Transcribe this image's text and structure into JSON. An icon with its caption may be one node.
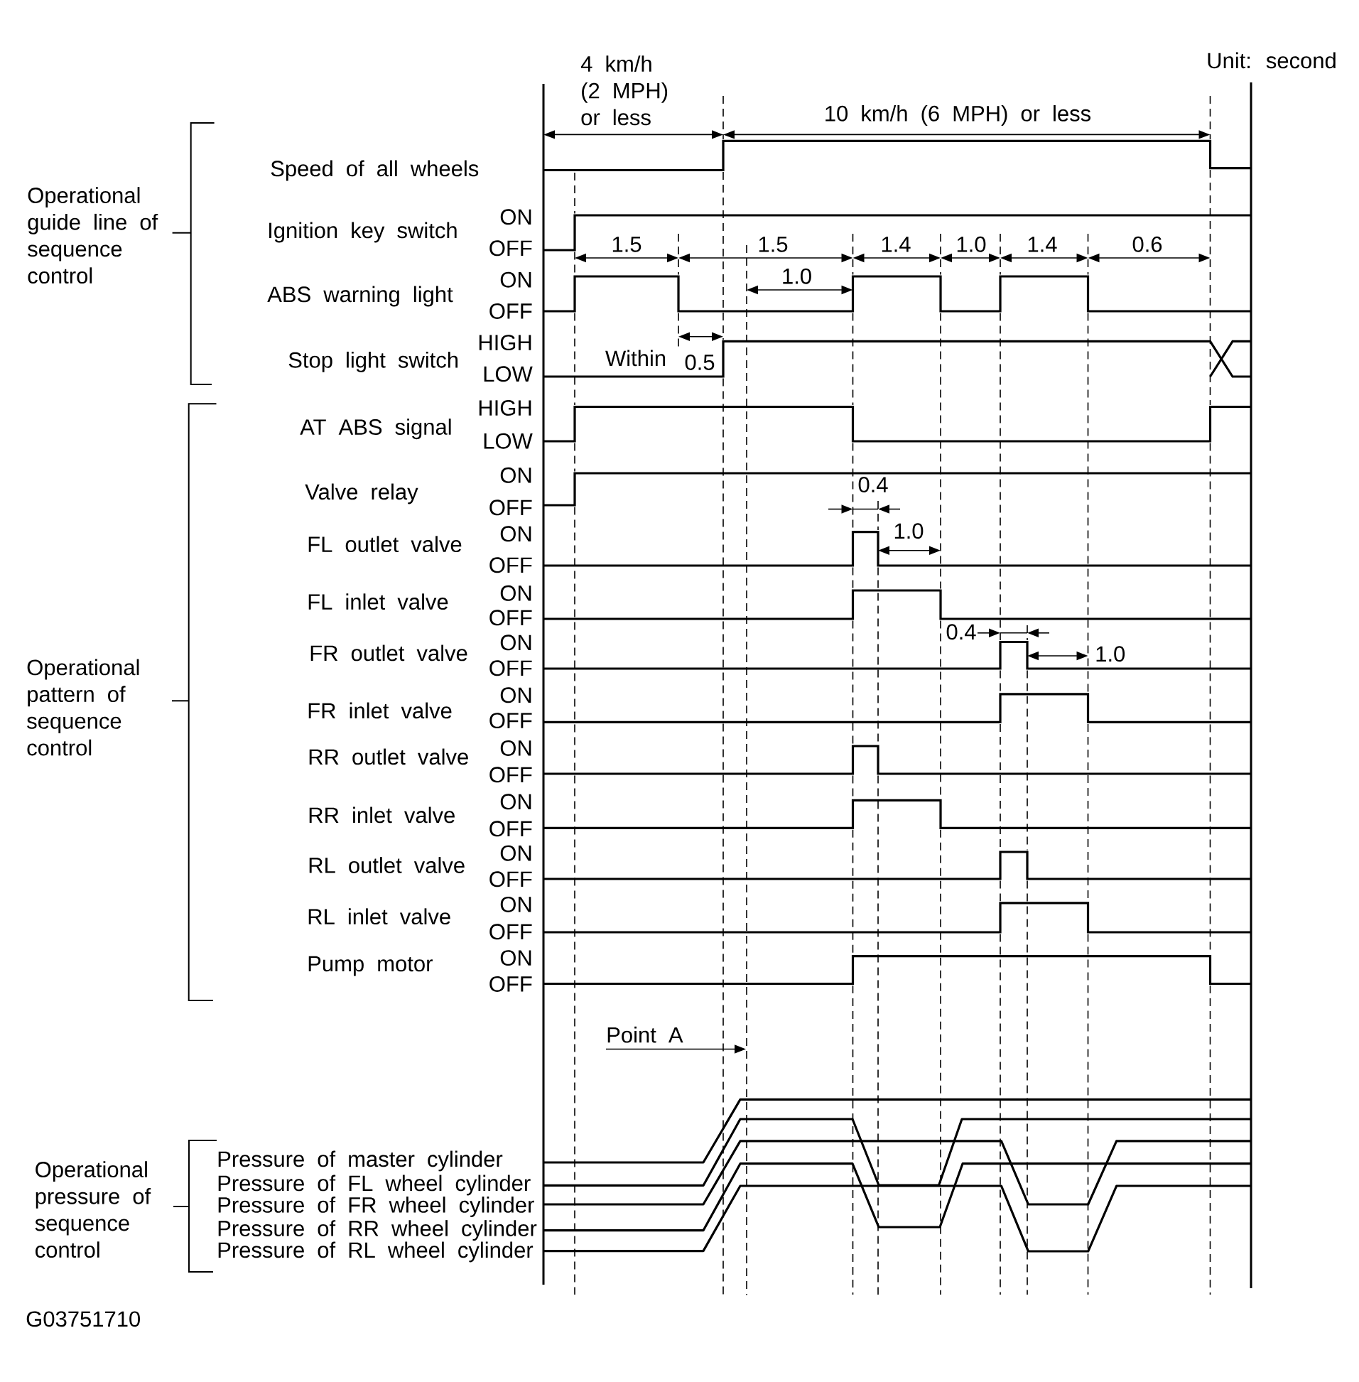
{
  "diagram": {
    "nodes": [
      {
        "text": [
          "Point A"
        ]
      },
      {
        "text": [],
        "shape": "line"
      }
    ],
    "edges": [
      {
        "from": 0,
        "to": 1,
        "arrow": "to"
      }
    ],
    "labels": [
      "4 km/h (2 MPH) or less",
      "Unit: second",
      "10 km/h (6 MPH) or less",
      "Operational guide line of sequence control",
      "Speed of all wheels",
      "Ignition key switch",
      "ON",
      "OFF",
      "1.5",
      "1.5",
      "1.4",
      "1.0",
      "1.4",
      "0.6",
      "ABS warning light",
      "ON",
      "OFF",
      "1.0",
      "Stop light switch",
      "HIGH",
      "LOW",
      "Within",
      "0.5",
      "Operational pattern of sequence control",
      "AT ABS signal",
      "HIGH",
      "LOW",
      "Valve relay",
      "ON",
      "OFF",
      "0.4",
      "FL outlet valve",
      "ON",
      "OFF",
      "1.0",
      "FL inlet valve",
      "ON",
      "OFF",
      "0.4",
      "FR outlet valve",
      "ON",
      "OFF",
      "1.0",
      "FR inlet valve",
      "ON",
      "OFF",
      "RR outlet valve",
      "ON",
      "OFF",
      "RR inlet valve",
      "ON",
      "OFF",
      "RL outlet valve",
      "ON",
      "OFF",
      "RL inlet valve",
      "ON",
      "OFF",
      "Pump motor",
      "ON",
      "OFF",
      "Operational pressure of sequence control",
      "Pressure of master cylinder",
      "Pressure of FL wheel cylinder",
      "Pressure of FR wheel cylinder",
      "Pressure of RR wheel cylinder",
      "Pressure of RL wheel cylinder",
      "G03751710"
    ]
  }
}
